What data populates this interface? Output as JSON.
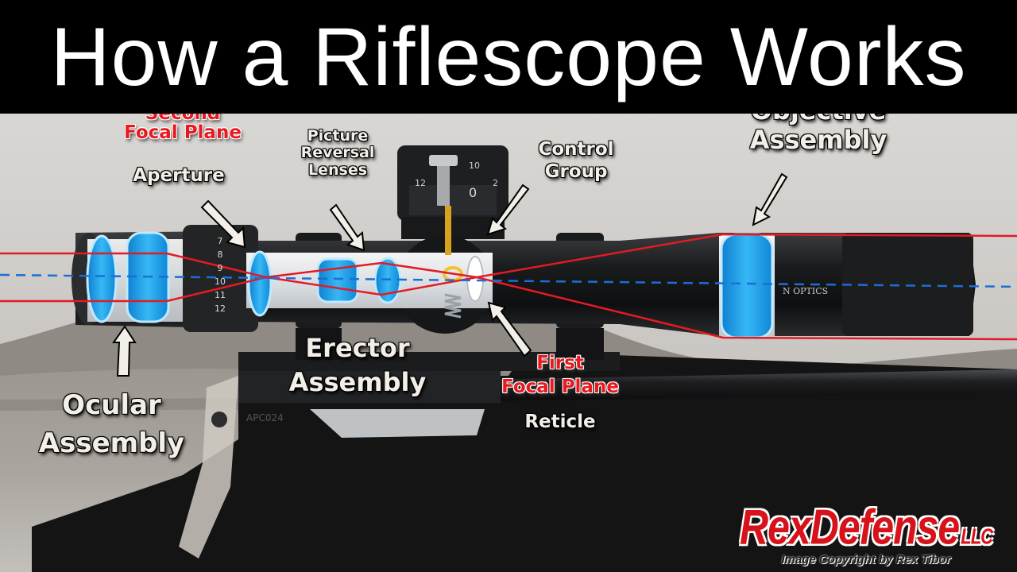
{
  "title": "How a Riflescope Works",
  "labels": {
    "second_focal_plane": [
      "Second",
      "Focal Plane"
    ],
    "aperture": "Aperture",
    "picture_reversal": [
      "Picture",
      "Reversal",
      "Lenses"
    ],
    "control_group": [
      "Control",
      "Group"
    ],
    "objective_assembly": [
      "Objective",
      "Assembly"
    ],
    "erector_assembly": [
      "Erector",
      "Assembly"
    ],
    "ocular_assembly": [
      "Ocular",
      "Assembly"
    ],
    "first_focal_plane": [
      "First",
      "Focal Plane"
    ],
    "reticle": "Reticle"
  },
  "scope_marks": {
    "turret_numbers": [
      "12",
      "0",
      "10",
      "2"
    ],
    "power_ring": [
      "7",
      "8",
      "9",
      "10",
      "11",
      "12"
    ],
    "brand_on_tube": "N OPTICS",
    "receiver_mark": "APC024"
  },
  "watermark": {
    "brand": "RexDefense",
    "suffix": "LLC",
    "copyright": "Image Copyright by Rex Tibor"
  },
  "colors": {
    "label_white": "#f2efe8",
    "label_red": "#e8191f",
    "light_path": "#e21b24",
    "optical_axis": "#1a6fd6",
    "lens_blue": "#1fa6f0"
  }
}
